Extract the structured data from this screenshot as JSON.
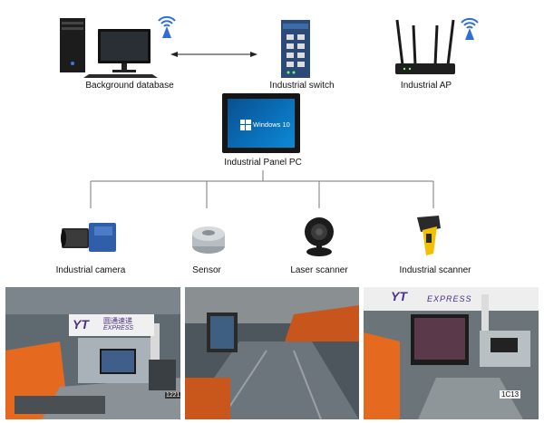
{
  "nodes": {
    "background_database": {
      "label": "Background database"
    },
    "industrial_switch": {
      "label": "Industrial switch"
    },
    "industrial_ap": {
      "label": "Industrial AP"
    },
    "panel_pc": {
      "label": "Industrial Panel PC",
      "screen_text": "Windows 10"
    },
    "industrial_camera": {
      "label": "Industrial camera"
    },
    "sensor": {
      "label": "Sensor"
    },
    "laser_scanner": {
      "label": "Laser scanner"
    },
    "industrial_scanner": {
      "label": "Industrial scanner"
    }
  },
  "photos": {
    "logo_letters": "YT",
    "logo_cn": "圆通速递",
    "logo_en": "EXPRESS",
    "left_tag": "1221",
    "right_tag": "1C13"
  },
  "colors": {
    "line": "#7a7a7a",
    "wifi": "#2f6fd6",
    "screen": "#0a6fb8",
    "orange": "#e56a1f",
    "steel": "#9aa1a6"
  },
  "icons": [
    "wifi-icon",
    "double-arrow-icon",
    "windows-logo-icon"
  ]
}
